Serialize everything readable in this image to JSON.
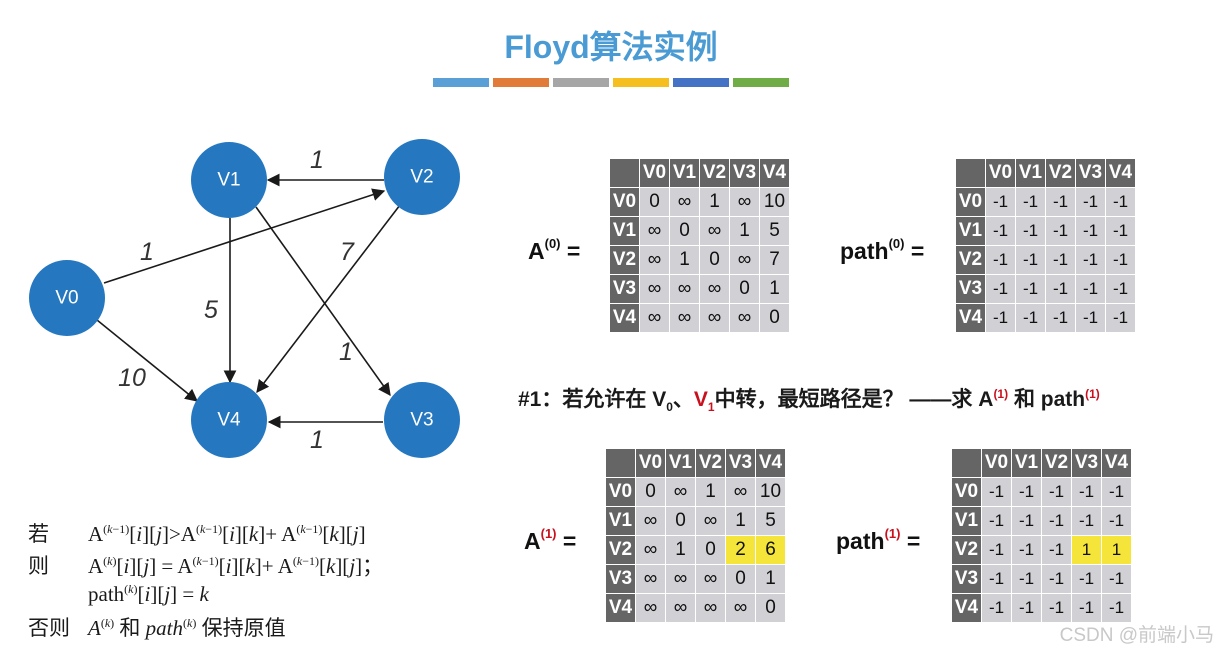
{
  "title": "Floyd算法实例",
  "color_bar": [
    "#5a9fd5",
    "#e07b39",
    "#a6a6a6",
    "#f5bf1f",
    "#4472c4",
    "#70ad47"
  ],
  "graph": {
    "nodes": [
      {
        "id": "V0",
        "label": "V0"
      },
      {
        "id": "V1",
        "label": "V1"
      },
      {
        "id": "V2",
        "label": "V2"
      },
      {
        "id": "V3",
        "label": "V3"
      },
      {
        "id": "V4",
        "label": "V4"
      }
    ],
    "edges": [
      {
        "from": "V0",
        "to": "V2",
        "weight": "1"
      },
      {
        "from": "V0",
        "to": "V4",
        "weight": "10"
      },
      {
        "from": "V1",
        "to": "V3",
        "weight": "1"
      },
      {
        "from": "V1",
        "to": "V4",
        "weight": "5"
      },
      {
        "from": "V2",
        "to": "V1",
        "weight": "1"
      },
      {
        "from": "V2",
        "to": "V4",
        "weight": "7"
      },
      {
        "from": "V3",
        "to": "V4",
        "weight": "1"
      }
    ]
  },
  "matrices": {
    "headers": [
      "V0",
      "V1",
      "V2",
      "V3",
      "V4"
    ],
    "A0": {
      "label": "A",
      "sup": "(0)",
      "rows": [
        [
          "0",
          "∞",
          "1",
          "∞",
          "10"
        ],
        [
          "∞",
          "0",
          "∞",
          "1",
          "5"
        ],
        [
          "∞",
          "1",
          "0",
          "∞",
          "7"
        ],
        [
          "∞",
          "∞",
          "∞",
          "0",
          "1"
        ],
        [
          "∞",
          "∞",
          "∞",
          "∞",
          "0"
        ]
      ]
    },
    "path0": {
      "label": "path",
      "sup": "(0)",
      "rows": [
        [
          "-1",
          "-1",
          "-1",
          "-1",
          "-1"
        ],
        [
          "-1",
          "-1",
          "-1",
          "-1",
          "-1"
        ],
        [
          "-1",
          "-1",
          "-1",
          "-1",
          "-1"
        ],
        [
          "-1",
          "-1",
          "-1",
          "-1",
          "-1"
        ],
        [
          "-1",
          "-1",
          "-1",
          "-1",
          "-1"
        ]
      ]
    },
    "A1": {
      "label": "A",
      "sup": "(1)",
      "rows": [
        [
          "0",
          "∞",
          "1",
          "∞",
          "10"
        ],
        [
          "∞",
          "0",
          "∞",
          "1",
          "5"
        ],
        [
          "∞",
          "1",
          "0",
          "2",
          "6"
        ],
        [
          "∞",
          "∞",
          "∞",
          "0",
          "1"
        ],
        [
          "∞",
          "∞",
          "∞",
          "∞",
          "0"
        ]
      ],
      "highlight": [
        [
          2,
          3
        ],
        [
          2,
          4
        ]
      ]
    },
    "path1": {
      "label": "path",
      "sup": "(1)",
      "rows": [
        [
          "-1",
          "-1",
          "-1",
          "-1",
          "-1"
        ],
        [
          "-1",
          "-1",
          "-1",
          "-1",
          "-1"
        ],
        [
          "-1",
          "-1",
          "-1",
          "1",
          "1"
        ],
        [
          "-1",
          "-1",
          "-1",
          "-1",
          "-1"
        ],
        [
          "-1",
          "-1",
          "-1",
          "-1",
          "-1"
        ]
      ],
      "highlight": [
        [
          2,
          3
        ],
        [
          2,
          4
        ]
      ]
    }
  },
  "note": {
    "prefix": "#1：若允许在 V",
    "sub0": "0",
    "sep": "、",
    "red_v": "V",
    "red_sub": "1",
    "mid": "中转，最短路径是？ ——求 A",
    "sup1": "(1)",
    "and": " 和 path",
    "sup2": "(1)"
  },
  "formula": {
    "if_kw": "若",
    "then_kw": "则",
    "else_kw": "否则",
    "else_text": "保持原值",
    "and_kw": "和"
  },
  "watermark": "CSDN @前端小马"
}
